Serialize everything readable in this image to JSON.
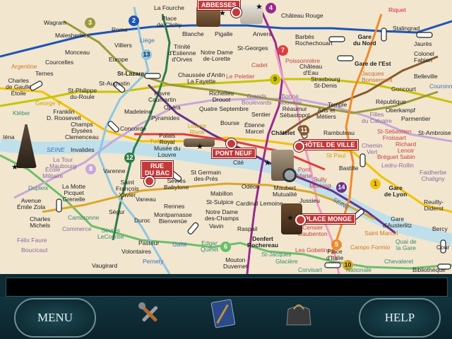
{
  "locations": {
    "abbesses": "ABBESSES",
    "pont_neuf": "PONT NEUF",
    "hotel_de_ville": "HÔTEL DE VILLE",
    "rue_du_bac": "RUE\nDU BAC",
    "place_monge": "PLACE MONGE"
  },
  "line_numbers": [
    "2",
    "3",
    "4",
    "7",
    "8",
    "9",
    "10",
    "11",
    "12",
    "13",
    "14",
    "1",
    "5",
    "6"
  ],
  "stations": {
    "wagram": "Wagram",
    "malesherbes": "Malesherbes",
    "rome": "Rome",
    "villiers": "Villiers",
    "monceau": "Monceau",
    "courcelles": "Courcelles",
    "europe": "Europe",
    "liege": "Liège",
    "la_fourche": "La Fourche",
    "place_de_clichy": "Place\nde Clichy",
    "blanche": "Blanche",
    "pigalle": "Pigalle",
    "anvers": "Anvers",
    "chateau_rouge": "Château Rouge",
    "barbes": "Barbès\nRochechouart",
    "gare_du_nord": "Gare\ndu Nord",
    "stalingrad": "Stalingrad",
    "riquet": "Riquet",
    "jaures": "Jaurès",
    "colonel_fabien": "Colonel\nFabien",
    "belleville": "Belleville",
    "couronnes": "Couronnes",
    "gare_de_lest": "Gare de l'Est",
    "jacques_bonsergent": "Jacques\nBonsergent",
    "goncourt": "Goncourt",
    "argentine": "Argentine",
    "ternes": "Ternes",
    "charles_de_gaulle": "Charles\nde Gaulle\nÉtoile",
    "kleber": "Kléber",
    "george_v": "George V",
    "st_philippe": "St-Philippe\ndu-Roule",
    "st_lazare": "St-Lazare",
    "st_augustin": "St-Augustin",
    "trinite": "Trinité\nd'Estienne\nd'Orves",
    "notre_dame_lorette": "Notre Dame\nde-Lorette",
    "st_georges": "St-Georges",
    "cadet": "Cadet",
    "poissonniere": "Poissonnière",
    "le_peletier": "Le Peletier",
    "chaussee_dantin": "Chaussée d'Antin\nLa Fayette",
    "havre_caumartin": "Havre\nCaumartin",
    "richelieu_drouot": "Richelieu\nDrouot",
    "grands_boulevards": "Grands\nBoulevards",
    "bonne_nouvelle": "Bonne\nNouvelle",
    "chateau_deau": "Château\nd'Eau",
    "strasbourg": "Strasbourg\nSt-Denis",
    "reaumur": "Réaumur\nSébastopol",
    "temple": "Temple",
    "republique": "République",
    "oberkampf": "Oberkampf",
    "parmentier": "Parmentier",
    "st_ambroise": "St-Ambroise",
    "iena": "Iéna",
    "franklin": "Franklin\nD. Roosevelt",
    "champs_elysees": "Champs\nÉlysées\nClemenceau",
    "concorde": "Concorde",
    "madeleine": "Madeleine",
    "opera": "Opéra",
    "quatre_septembre": "Quatre Septembre",
    "pyramides": "Pyramides",
    "bourse": "Bourse",
    "sentier": "Sentier",
    "etienne_marcel": "Étienne\nMarcel",
    "arts_metiers": "Arts et\nMétiers",
    "filles_calvaire": "Filles\ndu Calvaire",
    "st_sebastien": "St-Sébastien\nFroissart",
    "chemin_vert": "Chemin\nVert",
    "richard_lenoir": "Richard\nLenoir",
    "breguet": "Bréguet Sabin",
    "invalides": "Invalides",
    "tuileries": "Tuileries",
    "louvre_rivoli": "Louvre\nRivoli",
    "palais_royal": "Palais\nRoyal\nMusée du\nLouvre",
    "chatelet": "Châtelet",
    "rambuteau": "Rambuteau",
    "cite": "Cité",
    "st_paul": "St Paul",
    "bastille": "Bastille",
    "ledru_rollin": "Ledru-Rollin",
    "faidherbe": "Faidherbe\nChaligny",
    "la_tour_maubourg": "La Tour\nMaubourg",
    "ecole_militaire": "École\nMilitaire",
    "varenne": "Varenne",
    "st_francois_xavier": "Saint\nFrançois\nXavier",
    "sevres_babylone": "Sèvres\nBabylone",
    "st_germain": "St Germain\ndes-Prés",
    "odeon": "Odéon",
    "mabillon": "Mabillon",
    "st_sulpice": "St-Sulpice",
    "pont_marie": "Pont\nMarie",
    "sully_morland": "Sully\nMorland",
    "maubert": "Maubert\nMutualité",
    "cardinal_lemoine": "Cardinal Lemoine",
    "jussieu": "Jussieu",
    "gare_de_lyon": "Gare\nde Lyon",
    "reuilly": "Reuilly-\nDiderot",
    "dupleix": "Dupleix",
    "la_motte_picquet": "La Motte\nPicquet\nGrenelle",
    "avenue_emile_zola": "Avenue\nÉmile Zola",
    "charles_michels": "Charles\nMichels",
    "cambronne": "Cambronne",
    "segur": "Ségur",
    "vaneau": "Vaneau",
    "rennes": "Rennes",
    "montparnasse": "Montparnasse\nBienvenüe",
    "notre_dame_champs": "Notre Dame\ndes-Champs",
    "duroc": "Duroc",
    "commerce": "Commerce",
    "felix_faure": "Félix Faure",
    "boucicaut": "Boucicaut",
    "sevres_lecourbe": "Sèvres\nLeCourbe",
    "pasteur": "Pasteur",
    "volontaires": "Volontaires",
    "vaugirard": "Vaugirard",
    "gaite": "Gaîté",
    "edgar_quinet": "Edgar\nQuinet",
    "vavin": "Vavin",
    "raspail": "Raspail",
    "denfert": "Denfert\nRochereau",
    "mouton_duvernet": "Mouton\nDuvernet",
    "pernety": "Pernety",
    "st_jacques": "St-Jacques",
    "glaciere": "Glacière",
    "censier": "Censier\nDaubenton",
    "les_gobelins": "Les Gobelins",
    "place_italie": "Place\nd'Italie",
    "campo_formio": "Campo Formio",
    "st_marcel": "Saint Marcel",
    "gare_austerlitz": "Gare\nd'Austerlitz",
    "quai_gare": "Quai de\nla Gare",
    "chevaleret": "Chevaleret",
    "corvisart": "Corvisart",
    "nationale": "Nationale",
    "bibliotheque": "Bibliothèque",
    "bercy": "Bercy",
    "cour": "Cour",
    "seine_1": "SEINE",
    "seine_2": "SEINE"
  },
  "ui": {
    "menu_label": "MENU",
    "help_label": "HELP",
    "message": ""
  },
  "colors": {
    "accent_red": "#c43a3a",
    "panel": "#0e2a33",
    "map_bg": "#f2e6cf"
  }
}
